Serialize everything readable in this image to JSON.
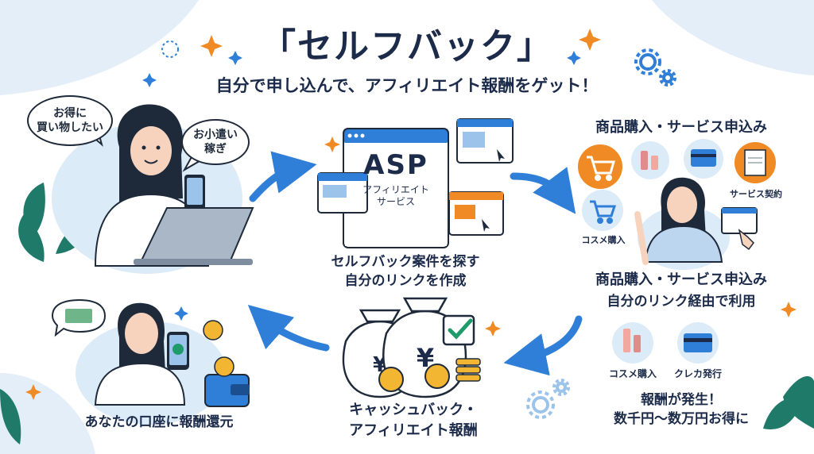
{
  "header": {
    "title": "「セルフバック」",
    "subtitle": "自分で申し込んで、アフィリエイト報酬をゲット！"
  },
  "step1": {
    "bubble_left_line1": "お得に",
    "bubble_left_line2": "買い物したい",
    "bubble_right_line1": "お小遣い",
    "bubble_right_line2": "稼ぎ"
  },
  "step2": {
    "asp_label": "ASP",
    "asp_sub_line1": "アフィリエイト",
    "asp_sub_line2": "サービス",
    "caption_line1": "セルフバック案件を探す",
    "caption_line2": "自分のリンクを作成"
  },
  "step3": {
    "heading": "商品購入・サービス申込み",
    "tag_contract": "サービス契約",
    "tag_cosme": "コスメ購入",
    "caption_heading": "商品購入・サービス申込み",
    "caption_sub": "自分のリンク経由で利用",
    "icon_cosme_label": "コスメ購入",
    "icon_card_label": "クレカ発行",
    "result_line1": "報酬が発生！",
    "result_line2": "数千円〜数万円お得に"
  },
  "step4": {
    "caption_line1": "キャッシュバック・",
    "caption_line2": "アフィリエイト報酬"
  },
  "step5": {
    "caption": "あなたの口座に報酬還元"
  },
  "colors": {
    "navy": "#1c2b4a",
    "blue": "#2f7fd8",
    "orange": "#f08a24",
    "light_blue": "#dcebf8",
    "pink": "#f2a7a0"
  }
}
